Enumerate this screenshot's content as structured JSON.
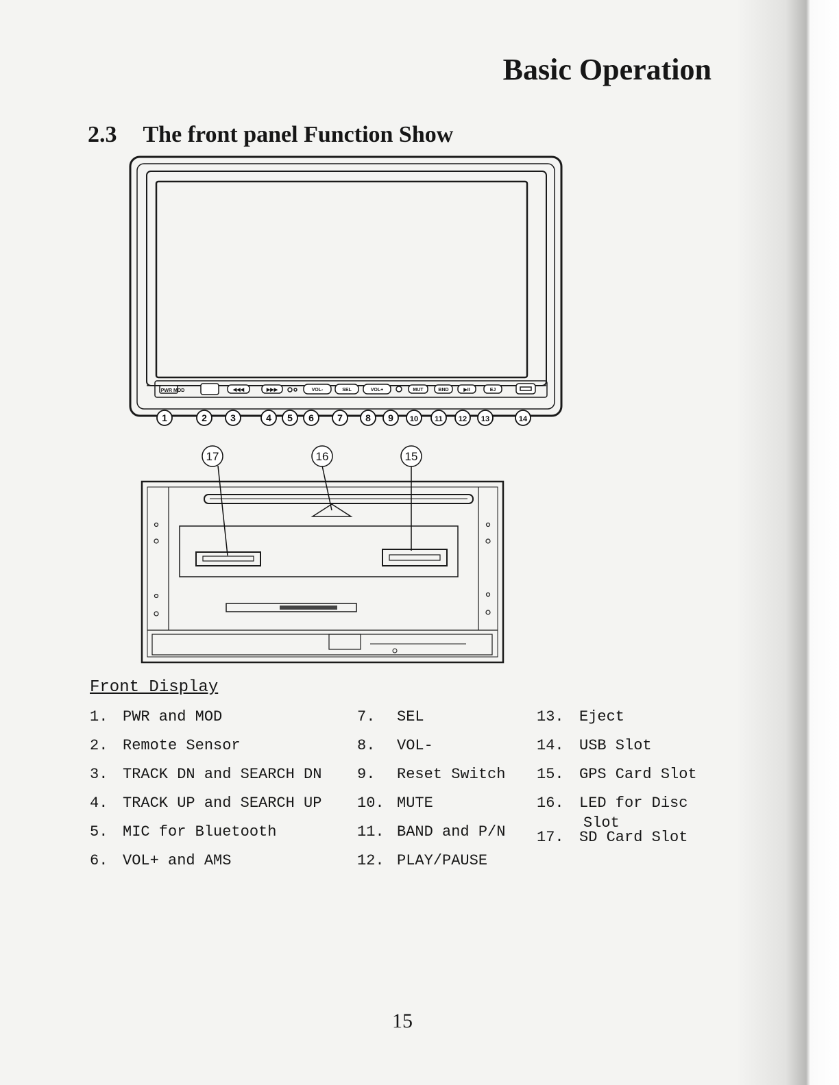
{
  "page": {
    "section_title": "Basic Operation",
    "subsection_number": "2.3",
    "subsection_title": "The front panel Function Show",
    "page_number": "15"
  },
  "diagram": {
    "front_buttons": [
      "PWR MOD",
      "◀◀◀",
      "▶▶▶",
      "VOL-",
      "SEL",
      "VOL+",
      "MUT",
      "BND",
      "▶II",
      "EJ"
    ],
    "front_callouts": [
      "1",
      "2",
      "3",
      "4",
      "5",
      "6",
      "7",
      "8",
      "9",
      "10",
      "11",
      "12",
      "13",
      "14"
    ],
    "inside_callouts": [
      "17",
      "16",
      "15"
    ]
  },
  "front_display": {
    "heading": "Front Display",
    "columns": [
      [
        {
          "n": "1.",
          "label": "PWR and MOD"
        },
        {
          "n": "2.",
          "label": "Remote Sensor"
        },
        {
          "n": "3.",
          "label": "TRACK DN and SEARCH DN"
        },
        {
          "n": "4.",
          "label": "TRACK UP and SEARCH UP"
        },
        {
          "n": "5.",
          "label": "MIC for Bluetooth"
        },
        {
          "n": "6.",
          "label": "VOL+ and AMS"
        }
      ],
      [
        {
          "n": "7.",
          "label": "SEL"
        },
        {
          "n": "8.",
          "label": "VOL-"
        },
        {
          "n": "9.",
          "label": "Reset Switch"
        },
        {
          "n": "10.",
          "label": "MUTE"
        },
        {
          "n": "11.",
          "label": "BAND and P/N"
        },
        {
          "n": "12.",
          "label": "PLAY/PAUSE"
        }
      ],
      [
        {
          "n": "13.",
          "label": "Eject"
        },
        {
          "n": "14.",
          "label": "USB Slot"
        },
        {
          "n": "15.",
          "label": "GPS Card Slot"
        },
        {
          "n": "16.",
          "label": "LED for Disc",
          "label2": "Slot"
        },
        {
          "n": "17.",
          "label": "SD Card Slot"
        }
      ]
    ]
  }
}
